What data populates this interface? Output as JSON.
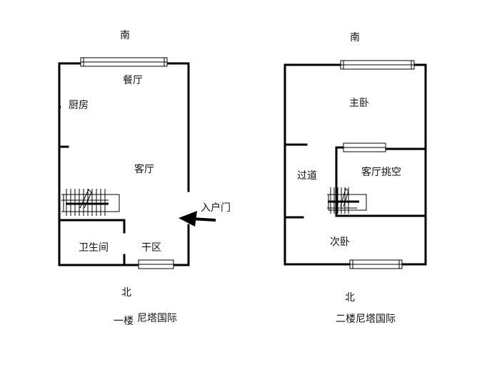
{
  "floor1": {
    "south": "南",
    "north": "北",
    "rooms": {
      "dining": "餐厅",
      "kitchen": "厨房",
      "living": "客厅",
      "bathroom": "卫生间",
      "dry_area": "干区"
    },
    "entrance": "入户门",
    "caption_a": "一楼",
    "caption_b": "尼塔国际"
  },
  "floor2": {
    "south": "南",
    "north": "北",
    "rooms": {
      "master_bedroom": "主卧",
      "corridor": "过道",
      "living_void": "客厅挑空",
      "second_bedroom": "次卧"
    },
    "caption": "二楼尼塔国际"
  }
}
